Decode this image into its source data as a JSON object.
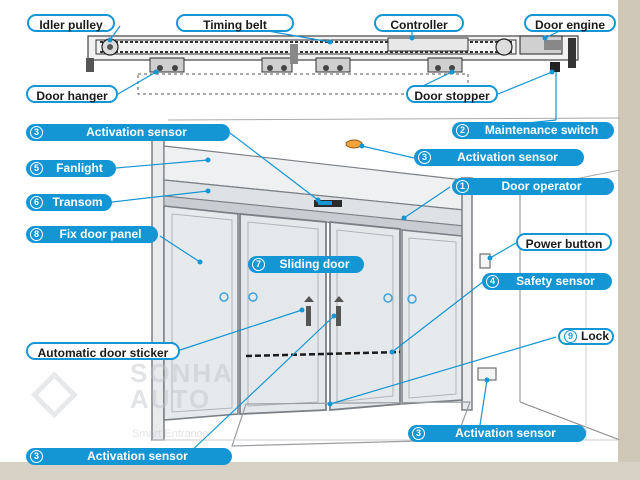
{
  "labels": {
    "idler_pulley": "Idler pulley",
    "timing_belt": "Timing belt",
    "controller": "Controller",
    "door_engine": "Door engine",
    "door_hanger": "Door hanger",
    "door_stopper": "Door stopper",
    "power_button": "Power button",
    "automatic_door_sticker": "Automatic door sticker"
  },
  "numbered": {
    "activation_sensor_top": {
      "num": "3",
      "text": "Activation sensor"
    },
    "maintenance_switch": {
      "num": "2",
      "text": "Maintenance switch"
    },
    "activation_sensor_ceiling": {
      "num": "3",
      "text": "Activation sensor"
    },
    "fanlight": {
      "num": "5",
      "text": "Fanlight"
    },
    "transom": {
      "num": "6",
      "text": "Transom"
    },
    "door_operator": {
      "num": "1",
      "text": "Door operator"
    },
    "fix_door_panel": {
      "num": "8",
      "text": "Fix door panel"
    },
    "sliding_door": {
      "num": "7",
      "text": "Sliding door"
    },
    "safety_sensor": {
      "num": "4",
      "text": "Safety sensor"
    },
    "lock": {
      "num": "9",
      "text": "Lock"
    },
    "activation_sensor_floor_right": {
      "num": "3",
      "text": "Activation sensor"
    },
    "activation_sensor_floor_left": {
      "num": "3",
      "text": "Activation sensor"
    }
  },
  "watermark": {
    "line1": "SONHA",
    "line2": "AUTO",
    "tagline": "Smart Entrance"
  },
  "colors": {
    "accent": "#1596d4",
    "frame": "#7a7f85",
    "glass": "#e4e8eb"
  }
}
